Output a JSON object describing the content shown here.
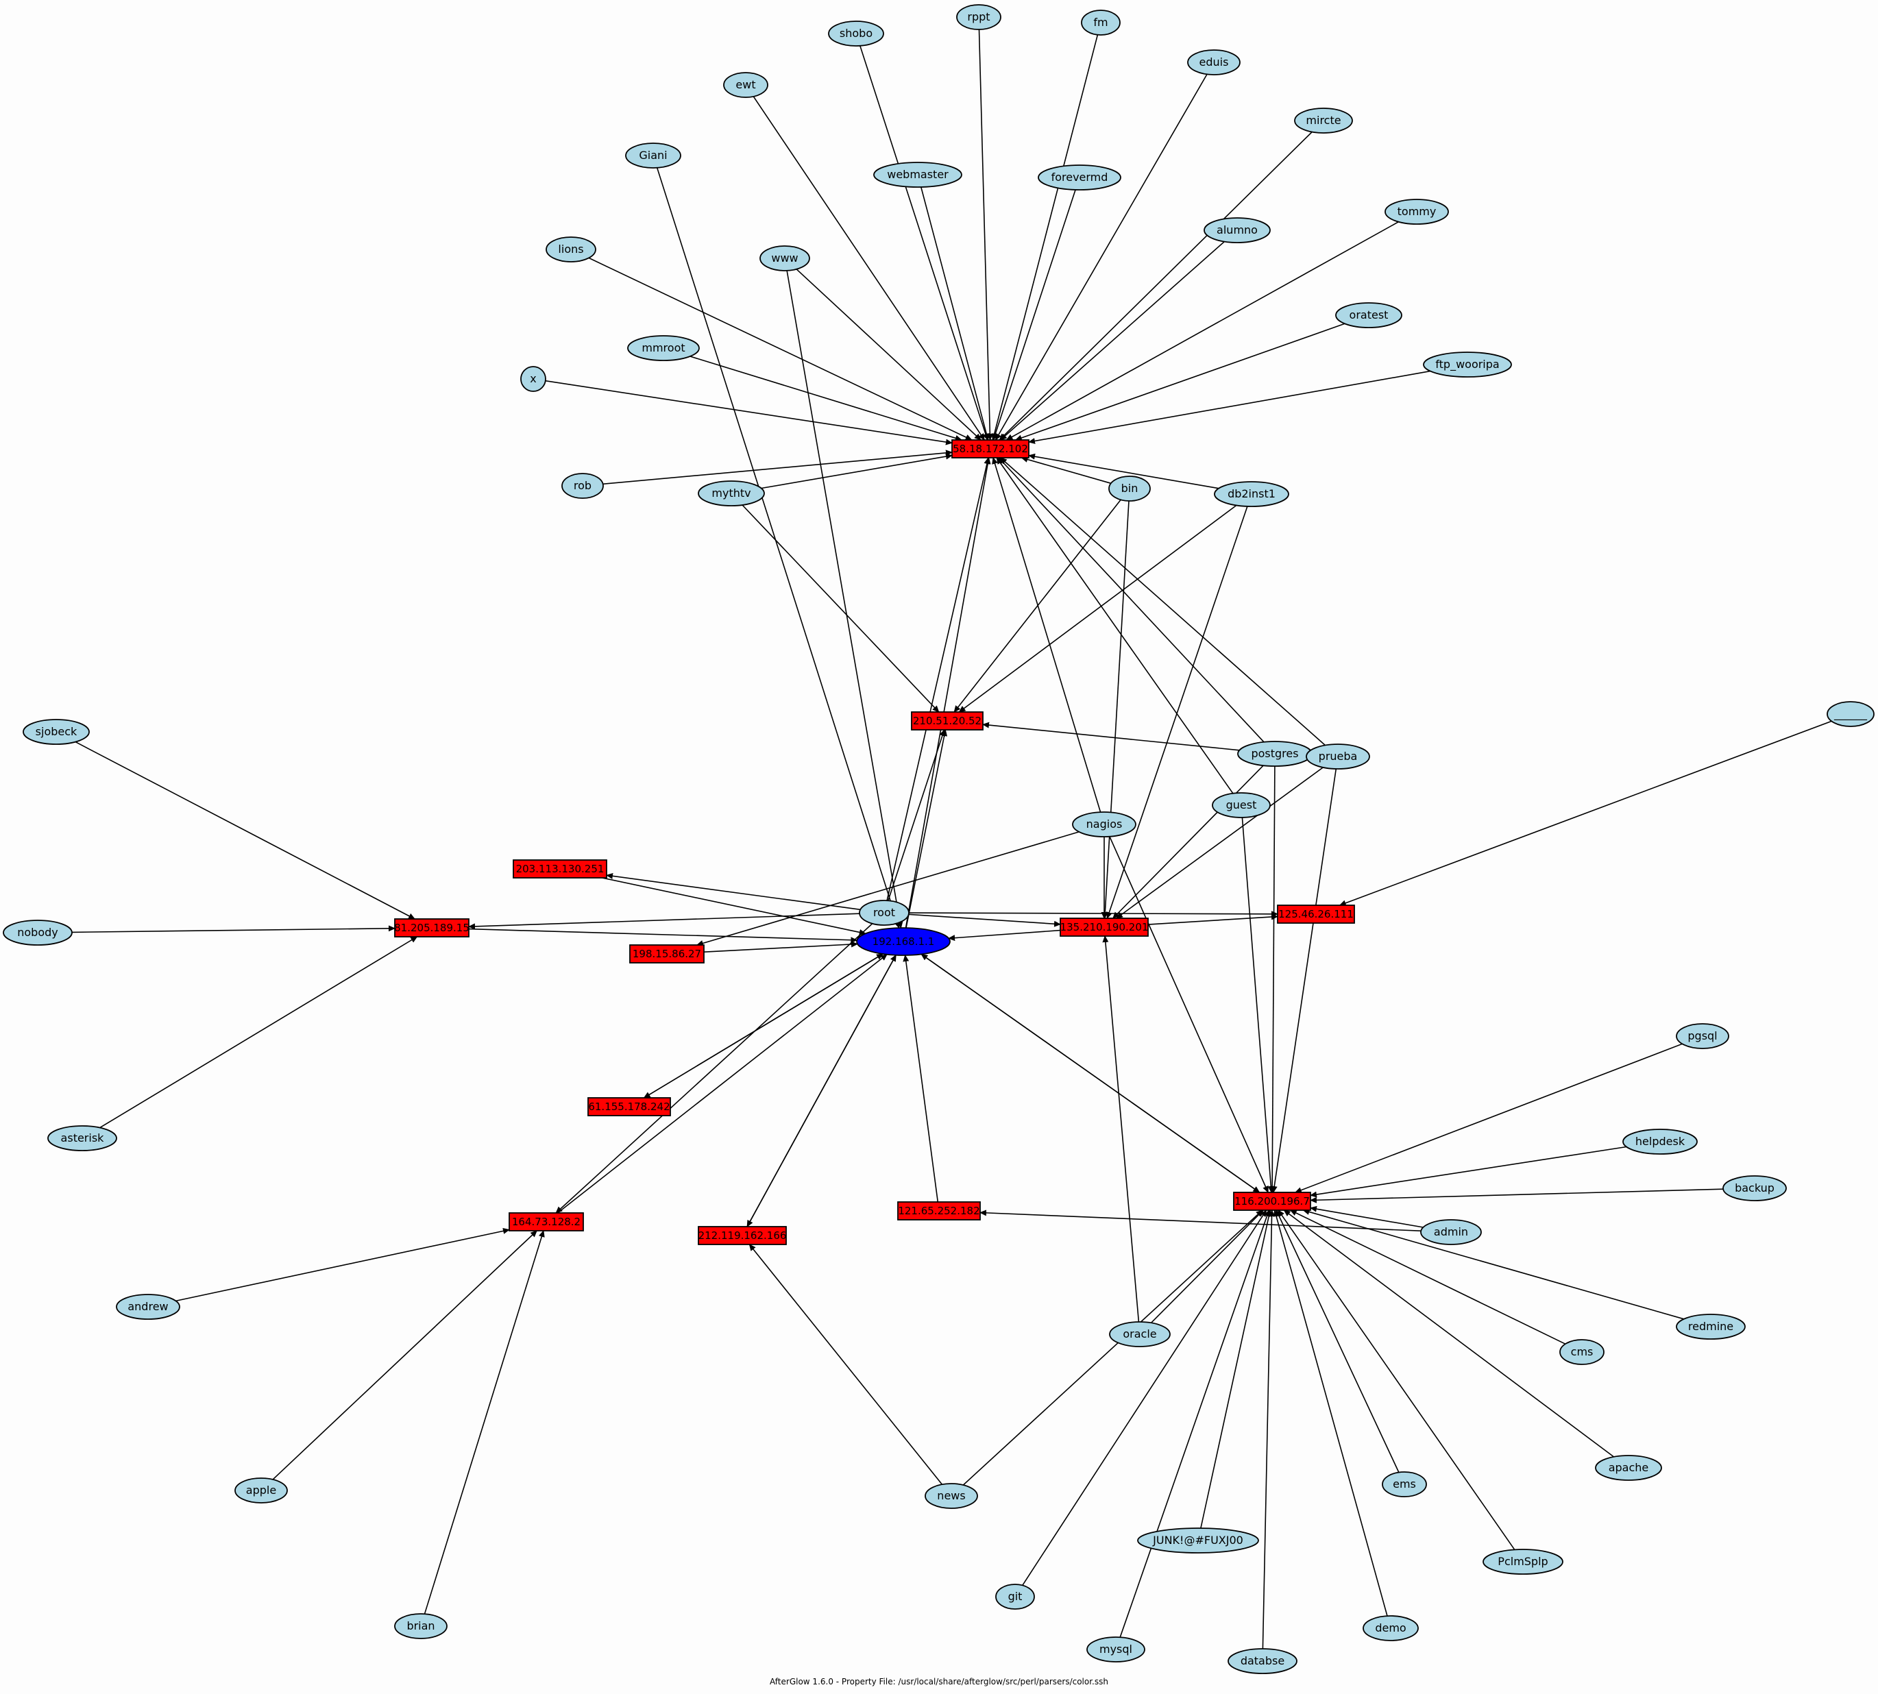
{
  "graph": {
    "footer": "AfterGlow 1.6.0 - Property File: /usr/local/share/afterglow/src/perl/parsers/color.ssh",
    "colors": {
      "user_node_fill": "#add8e6",
      "target_node_fill": "#ff0000",
      "hub_node_fill": "#0000ff",
      "edge": "#000000",
      "background": "#fdfdfd"
    },
    "nodes": [
      {
        "id": "hub",
        "label": "192.168.1.1",
        "kind": "hub"
      },
      {
        "id": "ip_top",
        "label": "58.18.172.102",
        "kind": "ip"
      },
      {
        "id": "ip_210",
        "label": "210.51.20.52",
        "kind": "ip"
      },
      {
        "id": "ip_203",
        "label": "203.113.130.251",
        "kind": "ip"
      },
      {
        "id": "ip_81a",
        "label": "81.205.189.15",
        "kind": "ip"
      },
      {
        "id": "ip_198",
        "label": "198.15.86.27",
        "kind": "ip"
      },
      {
        "id": "ip_135",
        "label": "135.210.190.201",
        "kind": "ip"
      },
      {
        "id": "ip_125",
        "label": "125.46.26.111",
        "kind": "ip"
      },
      {
        "id": "ip_61",
        "label": "61.155.178.242",
        "kind": "ip"
      },
      {
        "id": "ip_164",
        "label": "164.73.128.2",
        "kind": "ip"
      },
      {
        "id": "ip_212",
        "label": "212.119.162.166",
        "kind": "ip"
      },
      {
        "id": "ip_121",
        "label": "121.65.252.182",
        "kind": "ip"
      },
      {
        "id": "ip_116",
        "label": "116.200.196.7",
        "kind": "ip"
      },
      {
        "id": "shobo",
        "label": "shobo",
        "kind": "user"
      },
      {
        "id": "rppt",
        "label": "rppt",
        "kind": "user"
      },
      {
        "id": "fm",
        "label": "fm",
        "kind": "user"
      },
      {
        "id": "eduis",
        "label": "eduis",
        "kind": "user"
      },
      {
        "id": "ewt",
        "label": "ewt",
        "kind": "user"
      },
      {
        "id": "mircte",
        "label": "mircte",
        "kind": "user"
      },
      {
        "id": "Giani",
        "label": "Giani",
        "kind": "user"
      },
      {
        "id": "webmaster",
        "label": "webmaster",
        "kind": "user"
      },
      {
        "id": "forevermd",
        "label": "forevermd",
        "kind": "user"
      },
      {
        "id": "tommy",
        "label": "tommy",
        "kind": "user"
      },
      {
        "id": "alumno",
        "label": "alumno",
        "kind": "user"
      },
      {
        "id": "lions",
        "label": "lions",
        "kind": "user"
      },
      {
        "id": "www",
        "label": "www",
        "kind": "user"
      },
      {
        "id": "oratest",
        "label": "oratest",
        "kind": "user"
      },
      {
        "id": "mmroot",
        "label": "mmroot",
        "kind": "user"
      },
      {
        "id": "ftp_wooripa",
        "label": "ftp_wooripa",
        "kind": "user"
      },
      {
        "id": "x",
        "label": "x",
        "kind": "user"
      },
      {
        "id": "rob",
        "label": "rob",
        "kind": "user"
      },
      {
        "id": "mythtv",
        "label": "mythtv",
        "kind": "user"
      },
      {
        "id": "bin",
        "label": "bin",
        "kind": "user"
      },
      {
        "id": "db2inst1",
        "label": "db2inst1",
        "kind": "user"
      },
      {
        "id": "sjobeck",
        "label": "sjobeck",
        "kind": "user"
      },
      {
        "id": "underscores",
        "label": "______",
        "kind": "user"
      },
      {
        "id": "postgres",
        "label": "postgres",
        "kind": "user"
      },
      {
        "id": "prueba",
        "label": "prueba",
        "kind": "user"
      },
      {
        "id": "guest",
        "label": "guest",
        "kind": "user"
      },
      {
        "id": "nagios",
        "label": "nagios",
        "kind": "user"
      },
      {
        "id": "root",
        "label": "root",
        "kind": "user"
      },
      {
        "id": "nobody",
        "label": "nobody",
        "kind": "user"
      },
      {
        "id": "pgsql",
        "label": "pgsql",
        "kind": "user"
      },
      {
        "id": "asterisk",
        "label": "asterisk",
        "kind": "user"
      },
      {
        "id": "helpdesk",
        "label": "helpdesk",
        "kind": "user"
      },
      {
        "id": "backup",
        "label": "backup",
        "kind": "user"
      },
      {
        "id": "admin",
        "label": "admin",
        "kind": "user"
      },
      {
        "id": "andrew",
        "label": "andrew",
        "kind": "user"
      },
      {
        "id": "redmine",
        "label": "redmine",
        "kind": "user"
      },
      {
        "id": "oracle",
        "label": "oracle",
        "kind": "user"
      },
      {
        "id": "cms",
        "label": "cms",
        "kind": "user"
      },
      {
        "id": "apache",
        "label": "apache",
        "kind": "user"
      },
      {
        "id": "apple",
        "label": "apple",
        "kind": "user"
      },
      {
        "id": "news",
        "label": "news",
        "kind": "user"
      },
      {
        "id": "ems",
        "label": "ems",
        "kind": "user"
      },
      {
        "id": "junk",
        "label": "JUNK!@#FUXJ00",
        "kind": "user"
      },
      {
        "id": "PclmSplp",
        "label": "PclmSplp",
        "kind": "user"
      },
      {
        "id": "git",
        "label": "git",
        "kind": "user"
      },
      {
        "id": "brian",
        "label": "brian",
        "kind": "user"
      },
      {
        "id": "demo",
        "label": "demo",
        "kind": "user"
      },
      {
        "id": "mysql",
        "label": "mysql",
        "kind": "user"
      },
      {
        "id": "databse",
        "label": "databse",
        "kind": "user"
      }
    ],
    "edges": [
      [
        "shobo",
        "ip_top"
      ],
      [
        "rppt",
        "ip_top"
      ],
      [
        "fm",
        "ip_top"
      ],
      [
        "eduis",
        "ip_top"
      ],
      [
        "ewt",
        "ip_top"
      ],
      [
        "mircte",
        "ip_top"
      ],
      [
        "webmaster",
        "ip_top"
      ],
      [
        "forevermd",
        "ip_top"
      ],
      [
        "tommy",
        "ip_top"
      ],
      [
        "alumno",
        "ip_top"
      ],
      [
        "lions",
        "ip_top"
      ],
      [
        "www",
        "ip_top"
      ],
      [
        "oratest",
        "ip_top"
      ],
      [
        "mmroot",
        "ip_top"
      ],
      [
        "ftp_wooripa",
        "ip_top"
      ],
      [
        "x",
        "ip_top"
      ],
      [
        "rob",
        "ip_top"
      ],
      [
        "mythtv",
        "ip_top"
      ],
      [
        "bin",
        "ip_top"
      ],
      [
        "db2inst1",
        "ip_top"
      ],
      [
        "postgres",
        "ip_top"
      ],
      [
        "prueba",
        "ip_top"
      ],
      [
        "guest",
        "ip_top"
      ],
      [
        "nagios",
        "ip_top"
      ],
      [
        "root",
        "ip_top"
      ],
      [
        "Giani",
        "hub"
      ],
      [
        "www",
        "hub"
      ],
      [
        "hub",
        "ip_top"
      ],
      [
        "mythtv",
        "ip_210"
      ],
      [
        "bin",
        "ip_210"
      ],
      [
        "db2inst1",
        "ip_210"
      ],
      [
        "postgres",
        "ip_210"
      ],
      [
        "root",
        "ip_210"
      ],
      [
        "hub",
        "ip_210"
      ],
      [
        "root",
        "ip_203"
      ],
      [
        "ip_203",
        "hub"
      ],
      [
        "sjobeck",
        "ip_81a"
      ],
      [
        "nobody",
        "ip_81a"
      ],
      [
        "asterisk",
        "ip_81a"
      ],
      [
        "root",
        "ip_81a"
      ],
      [
        "ip_81a",
        "hub"
      ],
      [
        "nagios",
        "ip_198"
      ],
      [
        "ip_198",
        "hub"
      ],
      [
        "bin",
        "ip_135"
      ],
      [
        "db2inst1",
        "ip_135"
      ],
      [
        "nagios",
        "ip_135"
      ],
      [
        "postgres",
        "ip_135"
      ],
      [
        "prueba",
        "ip_135"
      ],
      [
        "oracle",
        "ip_135"
      ],
      [
        "root",
        "ip_135"
      ],
      [
        "ip_135",
        "hub"
      ],
      [
        "underscores",
        "ip_125"
      ],
      [
        "root",
        "ip_125"
      ],
      [
        "ip_135",
        "ip_125"
      ],
      [
        "hub",
        "ip_61"
      ],
      [
        "ip_61",
        "hub"
      ],
      [
        "andrew",
        "ip_164"
      ],
      [
        "apple",
        "ip_164"
      ],
      [
        "brian",
        "ip_164"
      ],
      [
        "root",
        "ip_164"
      ],
      [
        "ip_164",
        "hub"
      ],
      [
        "news",
        "ip_212"
      ],
      [
        "hub",
        "ip_212"
      ],
      [
        "ip_212",
        "hub"
      ],
      [
        "ip_121",
        "hub"
      ],
      [
        "admin",
        "ip_121"
      ],
      [
        "hub",
        "ip_116"
      ],
      [
        "ip_116",
        "hub"
      ],
      [
        "pgsql",
        "ip_116"
      ],
      [
        "helpdesk",
        "ip_116"
      ],
      [
        "backup",
        "ip_116"
      ],
      [
        "admin",
        "ip_116"
      ],
      [
        "redmine",
        "ip_116"
      ],
      [
        "cms",
        "ip_116"
      ],
      [
        "apache",
        "ip_116"
      ],
      [
        "PclmSplp",
        "ip_116"
      ],
      [
        "ems",
        "ip_116"
      ],
      [
        "demo",
        "ip_116"
      ],
      [
        "databse",
        "ip_116"
      ],
      [
        "junk",
        "ip_116"
      ],
      [
        "mysql",
        "ip_116"
      ],
      [
        "git",
        "ip_116"
      ],
      [
        "oracle",
        "ip_116"
      ],
      [
        "news",
        "ip_116"
      ],
      [
        "nagios",
        "ip_116"
      ],
      [
        "guest",
        "ip_116"
      ],
      [
        "postgres",
        "ip_116"
      ],
      [
        "prueba",
        "ip_116"
      ]
    ]
  }
}
